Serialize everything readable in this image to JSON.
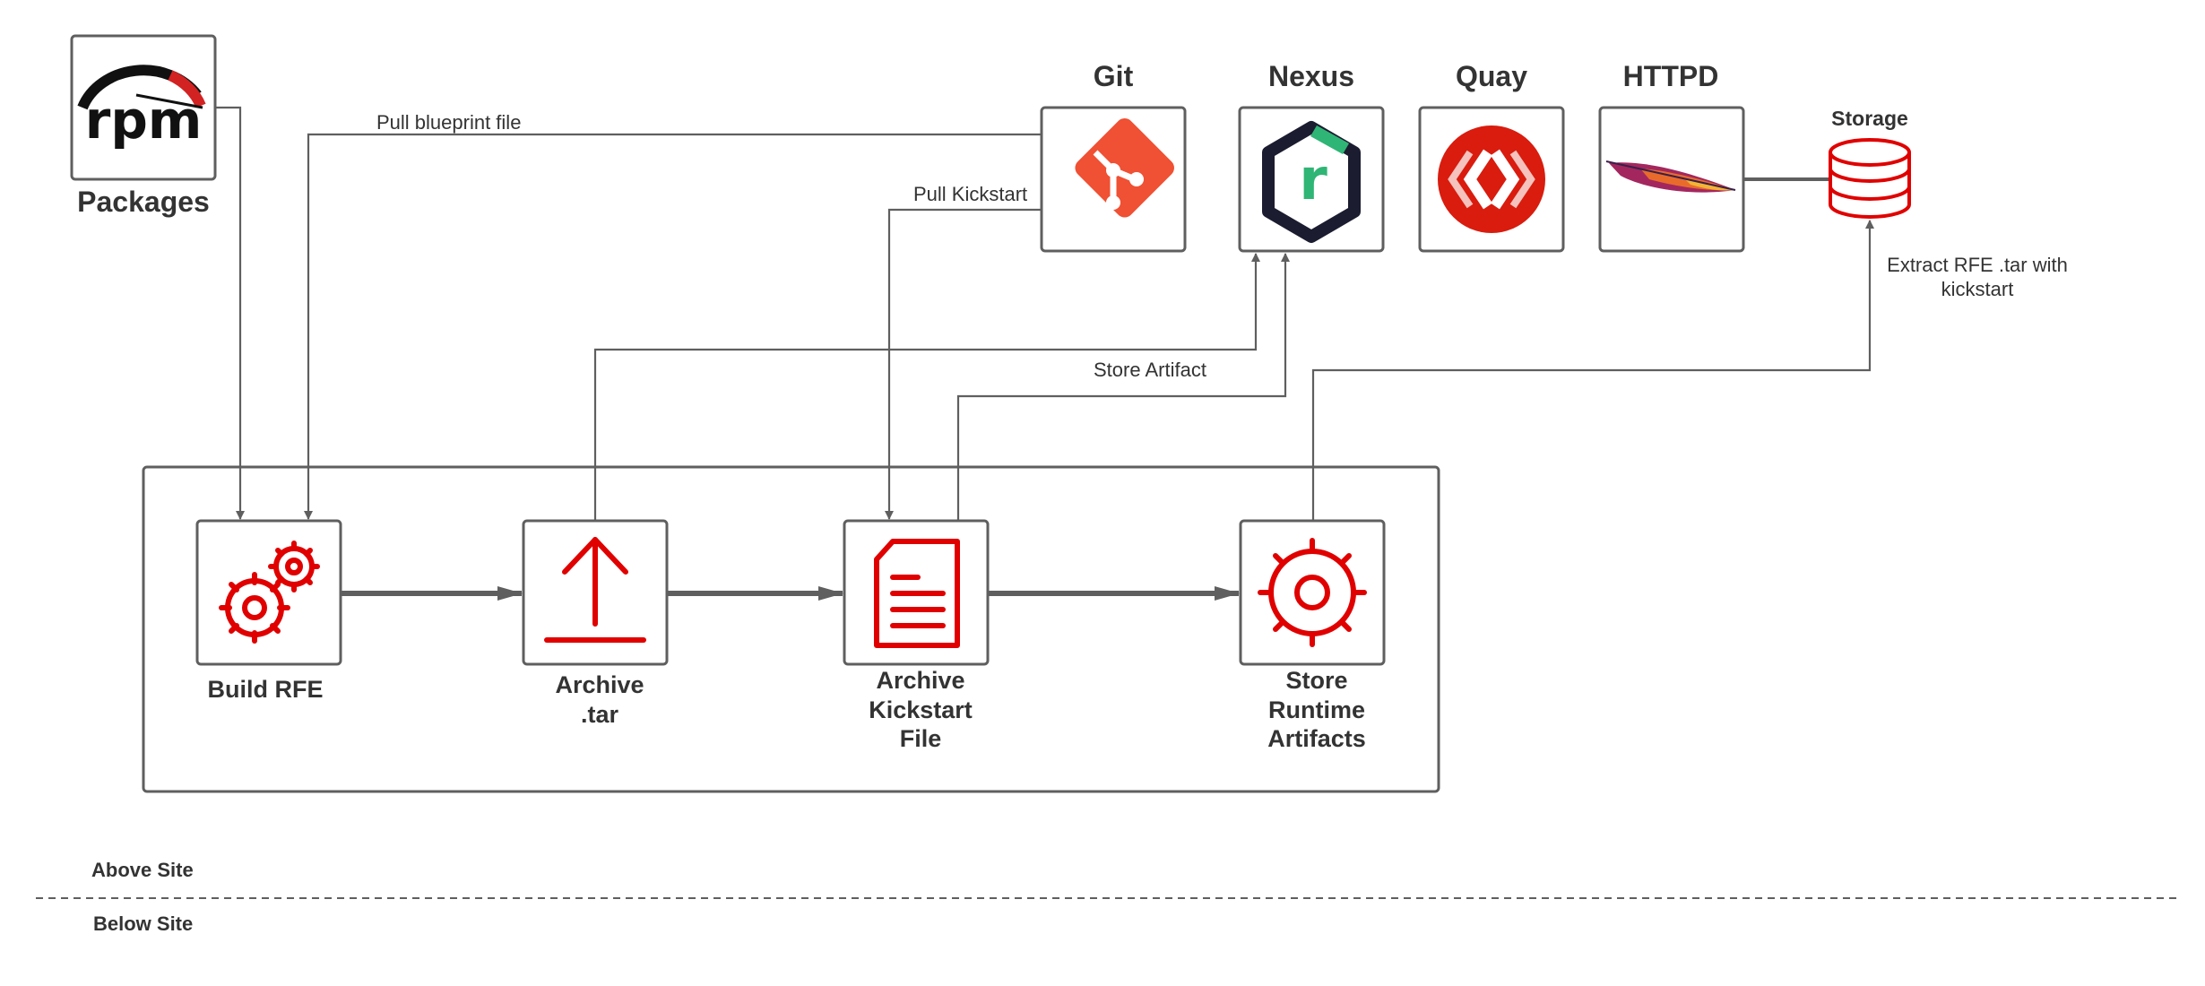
{
  "packages": {
    "logo_text": "rpm",
    "label": "Packages"
  },
  "services": {
    "git": "Git",
    "nexus": "Nexus",
    "nexus_letter": "r",
    "quay": "Quay",
    "httpd": "HTTPD",
    "storage": "Storage"
  },
  "steps": {
    "build": "Build RFE",
    "archive_tar_1": "Archive",
    "archive_tar_2": ".tar",
    "archive_ks_1": "Archive",
    "archive_ks_2": "Kickstart",
    "archive_ks_3": "File",
    "store_1": "Store",
    "store_2": "Runtime",
    "store_3": "Artifacts"
  },
  "edges": {
    "pull_blueprint": "Pull blueprint file",
    "pull_kickstart": "Pull Kickstart",
    "store_artifact": "Store Artifact",
    "extract_1": "Extract RFE .tar with",
    "extract_2": "kickstart"
  },
  "sites": {
    "above": "Above Site",
    "below": "Below Site"
  },
  "colors": {
    "accent_red": "#e00000",
    "git_orange": "#f05033",
    "nexus_green": "#2fb575",
    "nexus_dark": "#1b1c30",
    "quay_red": "#d91c0e",
    "line_gray": "#5f5f5f"
  }
}
